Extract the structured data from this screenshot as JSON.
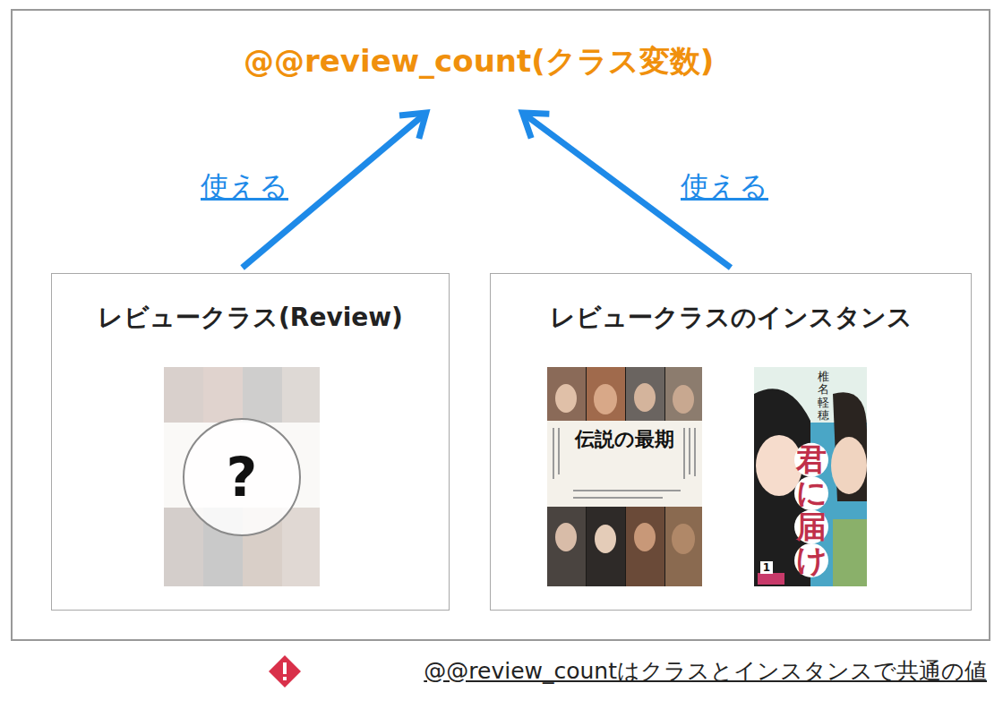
{
  "diagram": {
    "caption": "@@review_countはクラスとインスタンスで共通の値",
    "nodes": [
      {
        "text": [
          "@@review_count(クラス変数)"
        ]
      },
      {
        "text": [
          "レビュークラス(Review)"
        ]
      },
      {
        "text": [
          "レビュークラスのインスタンス"
        ]
      }
    ],
    "edges": [
      {
        "from": 1,
        "to": 0,
        "label": "使える",
        "arrow": "to"
      },
      {
        "from": 2,
        "to": 0,
        "label": "使える",
        "arrow": "to"
      }
    ],
    "labels": [
      "?",
      "伝説の最期",
      "君に届け",
      "椎名軽穂",
      "1"
    ]
  }
}
